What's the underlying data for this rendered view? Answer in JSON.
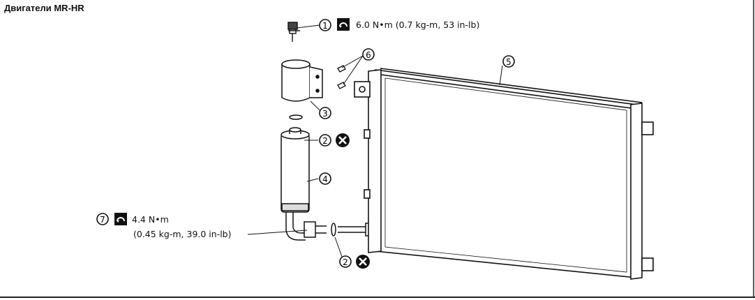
{
  "title": "Двигатели MR-HR",
  "torque_top": "6.0 N•m (0.7 kg-m, 53 in-lb)",
  "torque_bottom_line1": "4.4 N•m",
  "torque_bottom_line2": "(0.45 kg-m, 39.0 in-lb)",
  "callouts": [
    "1",
    "2",
    "3",
    "4",
    "5",
    "6",
    "7",
    "2"
  ],
  "icons": [
    "torque-wrench-icon",
    "do-not-reuse-x-icon"
  ]
}
